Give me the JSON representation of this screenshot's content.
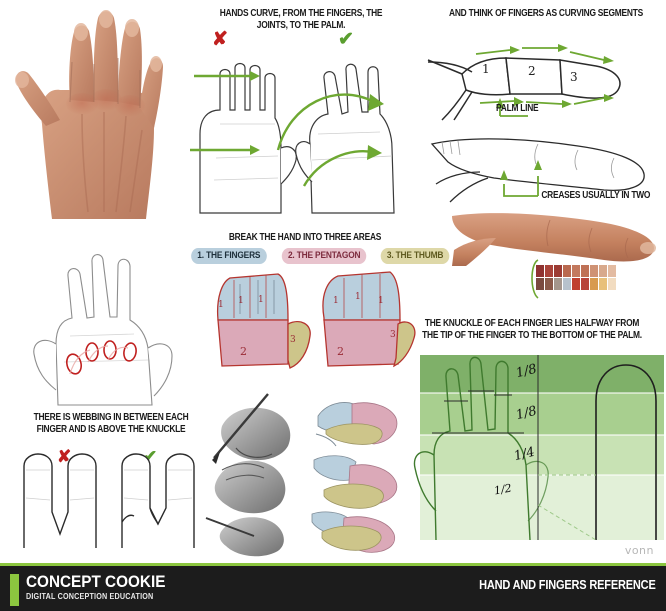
{
  "title": "HAND AND FINGERS REFERENCE",
  "captions": {
    "hands_curve": "HANDS CURVE, FROM THE FINGERS, THE JOINTS, TO THE PALM.",
    "curving_segments": "AND THINK OF FINGERS AS CURVING SEGMENTS",
    "palm_line": "PALM LINE",
    "creases": "CREASES USUALLY IN TWO",
    "break_hand": "BREAK THE HAND INTO THREE AREAS",
    "knuckle_rule": "THE KNUCKLE OF EACH FINGER LIES HALFWAY FROM THE TIP OF THE FINGER TO THE BOTTOM OF THE PALM.",
    "webbing": "THERE IS WEBBING IN BETWEEN EACH FINGER AND IS ABOVE THE KNUCKLE"
  },
  "badges": [
    {
      "label": "1. THE FINGERS",
      "color": "#b9cfdd"
    },
    {
      "label": "2. THE PENTAGON",
      "color": "#e8c3cd"
    },
    {
      "label": "3. THE THUMB",
      "color": "#ded8a8"
    }
  ],
  "segment_numbers": [
    "1",
    "2",
    "3"
  ],
  "region_numbers": {
    "fingers": "1",
    "pentagon": "2",
    "thumb": "3"
  },
  "fractions": [
    "1/8",
    "1/8",
    "1/4",
    "1/2"
  ],
  "marks": {
    "wrong": "✘",
    "right": "✔"
  },
  "footer": {
    "brand": "CONCEPT COOKIE",
    "tagline": "DIGITAL CONCEPTION EDUCATION",
    "right_title": "HAND AND FINGERS REFERENCE",
    "accent_color": "#8cc63f",
    "bar_color": "#1c1c1c"
  },
  "watermark": "vonn",
  "palette": {
    "row1": [
      "#8f3331",
      "#a9433a",
      "#9c3b33",
      "#b9694f",
      "#c3795e",
      "#bf7156",
      "#cf9274",
      "#d8a98c",
      "#e3bba1"
    ],
    "row2": [
      "#7a4a3f",
      "#8a5a4a",
      "#a4968c",
      "#b7c2cc",
      "#c0402f",
      "#b8443a",
      "#d89a4e",
      "#e8c07a",
      "#f2dcc0"
    ]
  },
  "colors": {
    "green_arrow": "#6ea832",
    "red": "#c0201f",
    "check_green": "#5a9e2f",
    "fingers_blue": "#b9cfdd",
    "pentagon_pink": "#dba9b8",
    "thumb_olive": "#cdc58a",
    "outline_red": "#b5352f",
    "band_dark": "#7fb069",
    "band_mid": "#a8cf8f",
    "band_light": "#c8e2b4",
    "band_pale": "#e2f0d8"
  }
}
